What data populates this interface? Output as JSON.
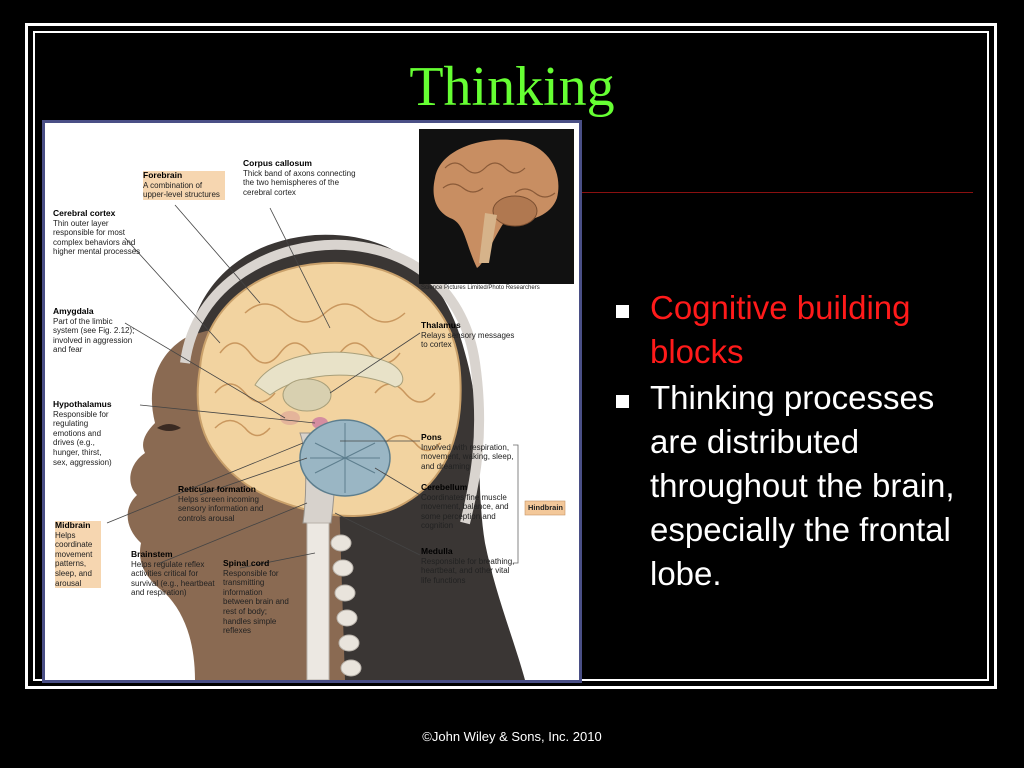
{
  "slide": {
    "title": "Thinking",
    "footer": "©John Wiley & Sons, Inc. 2010"
  },
  "bullets": [
    {
      "text": "Cognitive building blocks",
      "color": "#ff1a1a"
    },
    {
      "text": "Thinking processes are distributed throughout the brain, especially the frontal lobe.",
      "color": "#ffffff"
    }
  ],
  "figure": {
    "photo_credit": "Science Pictures Limited/Photo Researchers",
    "hindbrain_label": "Hindbrain",
    "labels": {
      "forebrain": {
        "name": "Forebrain",
        "desc": "A combination of upper-level structures"
      },
      "corpus_callosum": {
        "name": "Corpus callosum",
        "desc": "Thick band of axons connecting the two hemispheres of the cerebral cortex"
      },
      "cerebral_cortex": {
        "name": "Cerebral cortex",
        "desc": "Thin outer layer responsible for most complex behaviors and higher mental processes"
      },
      "amygdala": {
        "name": "Amygdala",
        "desc": "Part of the limbic system (see Fig. 2.12); involved in aggression and fear"
      },
      "hypothalamus": {
        "name": "Hypothalamus",
        "desc": "Responsible for regulating emotions and drives (e.g., hunger, thirst, sex, aggression)"
      },
      "reticular_formation": {
        "name": "Reticular formation",
        "desc": "Helps screen incoming sensory information and controls arousal"
      },
      "midbrain": {
        "name": "Midbrain",
        "desc": "Helps coordinate movement patterns, sleep, and arousal"
      },
      "brainstem": {
        "name": "Brainstem",
        "desc": "Helps regulate reflex activities critical for survival (e.g., heartbeat and respiration)"
      },
      "spinal_cord": {
        "name": "Spinal cord",
        "desc": "Responsible for transmitting information between brain and rest of body; handles simple reflexes"
      },
      "thalamus": {
        "name": "Thalamus",
        "desc": "Relays sensory messages to cortex"
      },
      "pons": {
        "name": "Pons",
        "desc": "Involved with respiration, movement, waking, sleep, and dreaming"
      },
      "cerebellum": {
        "name": "Cerebellum",
        "desc": "Coordinates fine muscle movement, balance, and some perception and cognition"
      },
      "medulla": {
        "name": "Medulla",
        "desc": "Responsible for breathing, heartbeat, and other vital life functions"
      }
    }
  }
}
